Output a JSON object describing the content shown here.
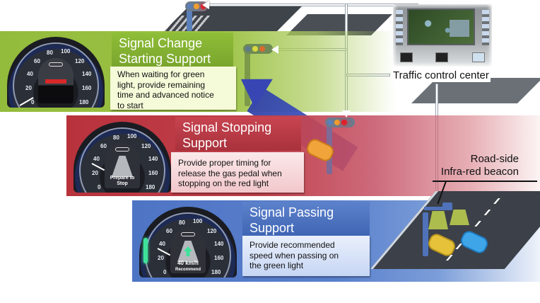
{
  "diagram": {
    "title_hidden": "Driving support system using traffic signal information",
    "colors": {
      "green_band": "#93bb3c",
      "red_band": "#b8323c",
      "blue_band": "#4e74c4",
      "arrow_blue": "#3846b4",
      "recommend_green": "#3ee29a"
    },
    "panels": [
      {
        "id": "signal-change-starting",
        "title_line1": "Signal Change",
        "title_line2": "Starting Support",
        "description": [
          "When waiting for green",
          "light,  provide remaining",
          "time and advanced notice",
          "to start"
        ],
        "gauge": {
          "ticks": [
            "0",
            "20",
            "40",
            "60",
            "80",
            "100",
            "120",
            "140",
            "160",
            "180"
          ],
          "needle_value": 0,
          "screen_text": []
        }
      },
      {
        "id": "signal-stopping",
        "title_line1": "Signal Stopping",
        "title_line2": "Support",
        "description": [
          "Provide proper timing for",
          "release the gas pedal when",
          "stopping on the  red light"
        ],
        "gauge": {
          "ticks": [
            "0",
            "20",
            "40",
            "60",
            "80",
            "100",
            "120",
            "140",
            "160",
            "180"
          ],
          "needle_value": 40,
          "screen_text": [
            "Prepare to",
            "Stop"
          ]
        }
      },
      {
        "id": "signal-passing",
        "title_line1": "Signal Passing",
        "title_line2": "Support",
        "description": [
          "Provide recommended",
          "speed when passing on",
          "the green light"
        ],
        "gauge": {
          "ticks": [
            "0",
            "20",
            "40",
            "60",
            "80",
            "100",
            "120",
            "140",
            "160",
            "180"
          ],
          "needle_value": 40,
          "screen_text": [
            "40 km/h",
            "Recommend"
          ]
        }
      }
    ],
    "labels": {
      "traffic_control_center": "Traffic control center",
      "beacon_line1": "Road-side",
      "beacon_line2": "Infra-red beacon"
    }
  }
}
